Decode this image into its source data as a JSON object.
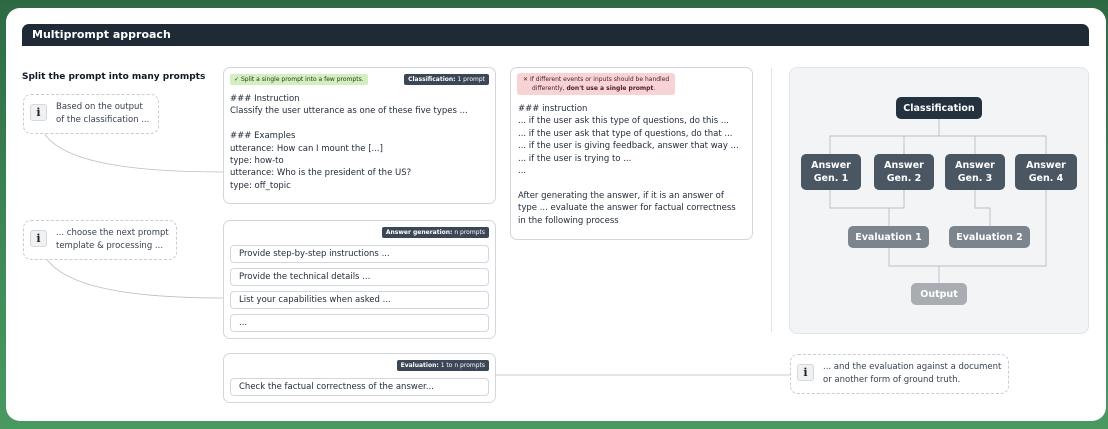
{
  "header": {
    "title": "Multiprompt approach"
  },
  "subtitle": "Split the prompt into many prompts",
  "notes": {
    "note1": "Based on the output\nof the classification ...",
    "note2": "... choose the next prompt\ntemplate & processing ...",
    "note3": "... and the evaluation against a document\nor another form of ground truth.",
    "icon_letter": "i"
  },
  "classification_panel": {
    "ok_badge": "Split a single prompt into a few prompts.",
    "ok_icon": "✓",
    "tag_bold": "Classification:",
    "tag_rest": " 1 prompt",
    "text": "### Instruction\nClassify the user utterance as one of these five types ...\n\n### Examples\nutterance: How can I mount the [...]\ntype: how-to\nutterance: Who is the president of the US?\ntype: off_topic"
  },
  "answer_panel": {
    "tag_bold": "Answer generation:",
    "tag_rest": " n prompts",
    "fields": [
      "Provide step-by-step instructions ...",
      "Provide the technical details ...",
      "List your capabilities when asked ...",
      "..."
    ]
  },
  "evaluation_panel": {
    "tag_bold": "Evaluation:",
    "tag_rest": " 1 to n prompts",
    "field": "Check the factual correctness of the answer..."
  },
  "single_prompt_panel": {
    "bad_icon": "✕",
    "bad_line1": "If different events or inputs should be handled",
    "bad_line2_plain": "differently, ",
    "bad_line2_bold": "don't use a single prompt",
    "bad_line2_end": ".",
    "text": "### instruction\n... if the user ask this type of questions, do this ...\n... if the user ask that type of questions, do that ...\n... if the user is giving feedback, answer that way ...\n... if the user is trying to ...\n...\n\nAfter generating the answer, if it is an answer of\ntype ... evaluate the answer for factual correctness\nin the following process"
  },
  "flow": {
    "classification": "Classification",
    "answer_gens": [
      "Answer\nGen. 1",
      "Answer\nGen. 2",
      "Answer\nGen. 3",
      "Answer\nGen. 4"
    ],
    "evaluations": [
      "Evaluation 1",
      "Evaluation 2"
    ],
    "output": "Output"
  },
  "colors": {
    "title_bar": "#1f2a37",
    "node_dark": "#243240",
    "node_mid": "#4b5663",
    "node_gray": "#7c848d",
    "node_light": "#a9adb2",
    "ok_badge": "#d3eec1",
    "bad_badge": "#f8d3d6",
    "background_green": "#3f8a57"
  }
}
